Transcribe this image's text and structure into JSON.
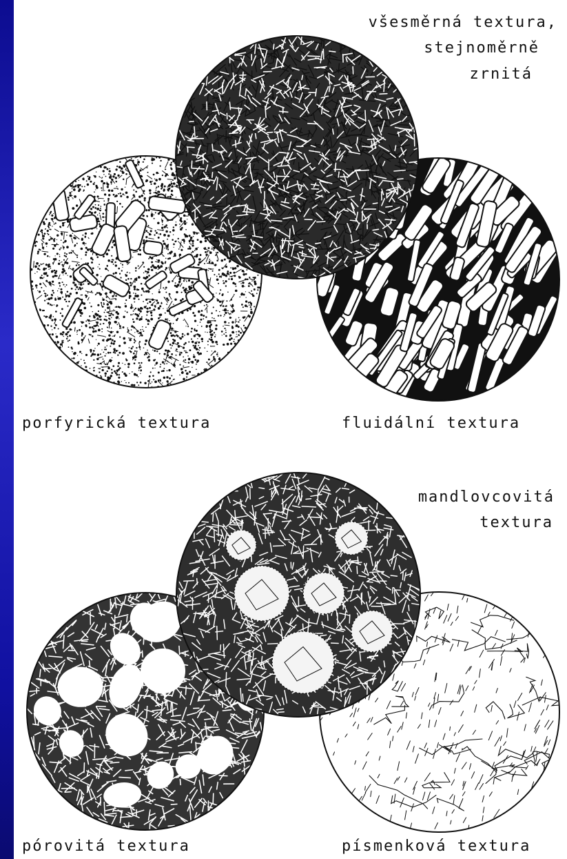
{
  "panels": [
    {
      "id": "top",
      "labels": {
        "equigranular": [
          "všesměrná textura,",
          "stejnoměrně",
          "zrnitá"
        ],
        "porphyritic": "porfyrická textura",
        "fluidal": "fluidální textura"
      }
    },
    {
      "id": "bottom",
      "labels": {
        "amygdaloidal": [
          "mandlovcovitá",
          "textura"
        ],
        "porous": "pórovitá textura",
        "graphic": "písmenková textura"
      }
    }
  ],
  "colors": {
    "ink": "#111111",
    "paper": "#ffffff",
    "frame": "#0a0a8a"
  }
}
